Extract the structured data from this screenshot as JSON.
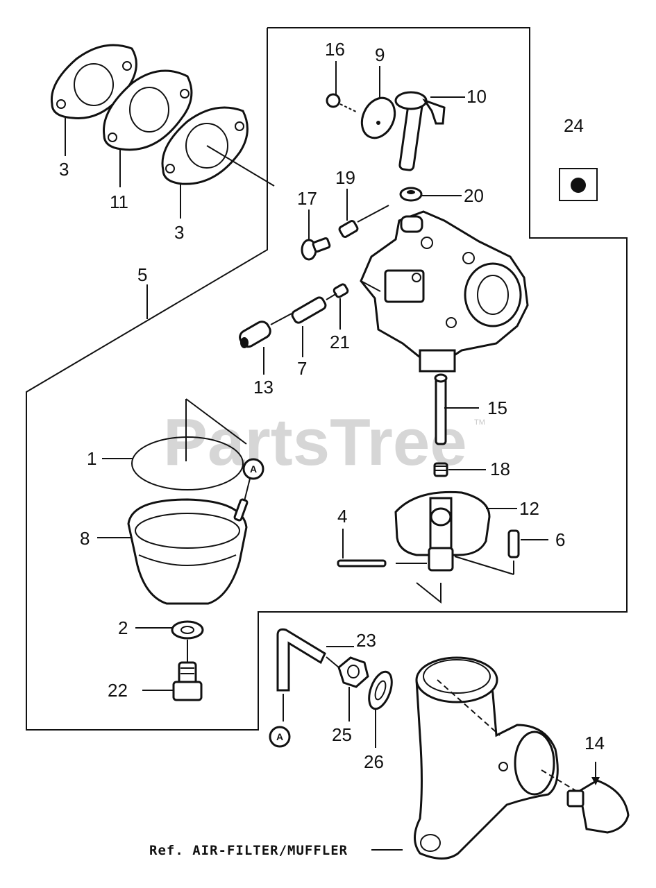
{
  "watermark": {
    "text": "PartsTree",
    "trademark": "TM"
  },
  "reference_label": "Ref. AIR-FILTER/MUFFLER",
  "connector_marker": "A",
  "callouts": {
    "c1": "1",
    "c2": "2",
    "c3a": "3",
    "c3b": "3",
    "c4": "4",
    "c5": "5",
    "c6": "6",
    "c7": "7",
    "c8": "8",
    "c9": "9",
    "c10": "10",
    "c11": "11",
    "c12": "12",
    "c13": "13",
    "c14": "14",
    "c15": "15",
    "c16": "16",
    "c17": "17",
    "c18": "18",
    "c19": "19",
    "c20": "20",
    "c21": "21",
    "c22": "22",
    "c23": "23",
    "c24": "24",
    "c25": "25",
    "c26": "26"
  }
}
